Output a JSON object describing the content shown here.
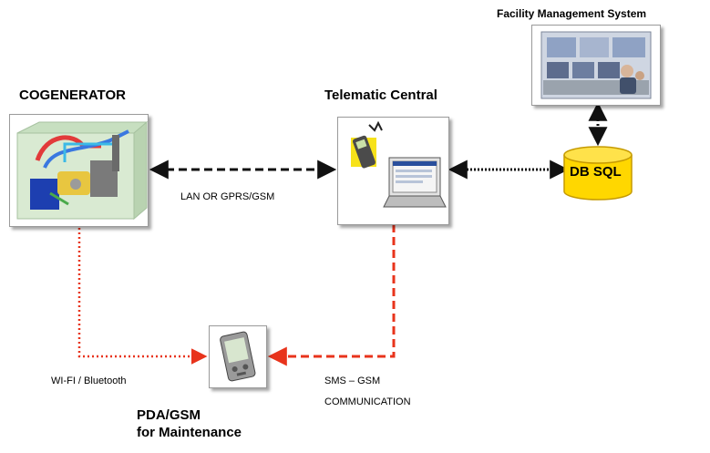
{
  "nodes": {
    "facility": {
      "label": "Facility Management System"
    },
    "cogenerator": {
      "label": "COGENERATOR"
    },
    "telematic": {
      "label": "Telematic Central"
    },
    "db": {
      "label": "DB SQL"
    },
    "pda": {
      "label_line1": "PDA/GSM",
      "label_line2": "for Maintenance"
    }
  },
  "links": {
    "lan": "LAN OR GPRS/GSM",
    "wifi": "WI-FI / Bluetooth",
    "sms_line1": "SMS – GSM",
    "sms_line2": "COMMUNICATION"
  },
  "colors": {
    "wire_dark": "#111111",
    "wire_red": "#e8341c",
    "db_fill": "#ffd700",
    "db_stroke": "#c59a00"
  }
}
